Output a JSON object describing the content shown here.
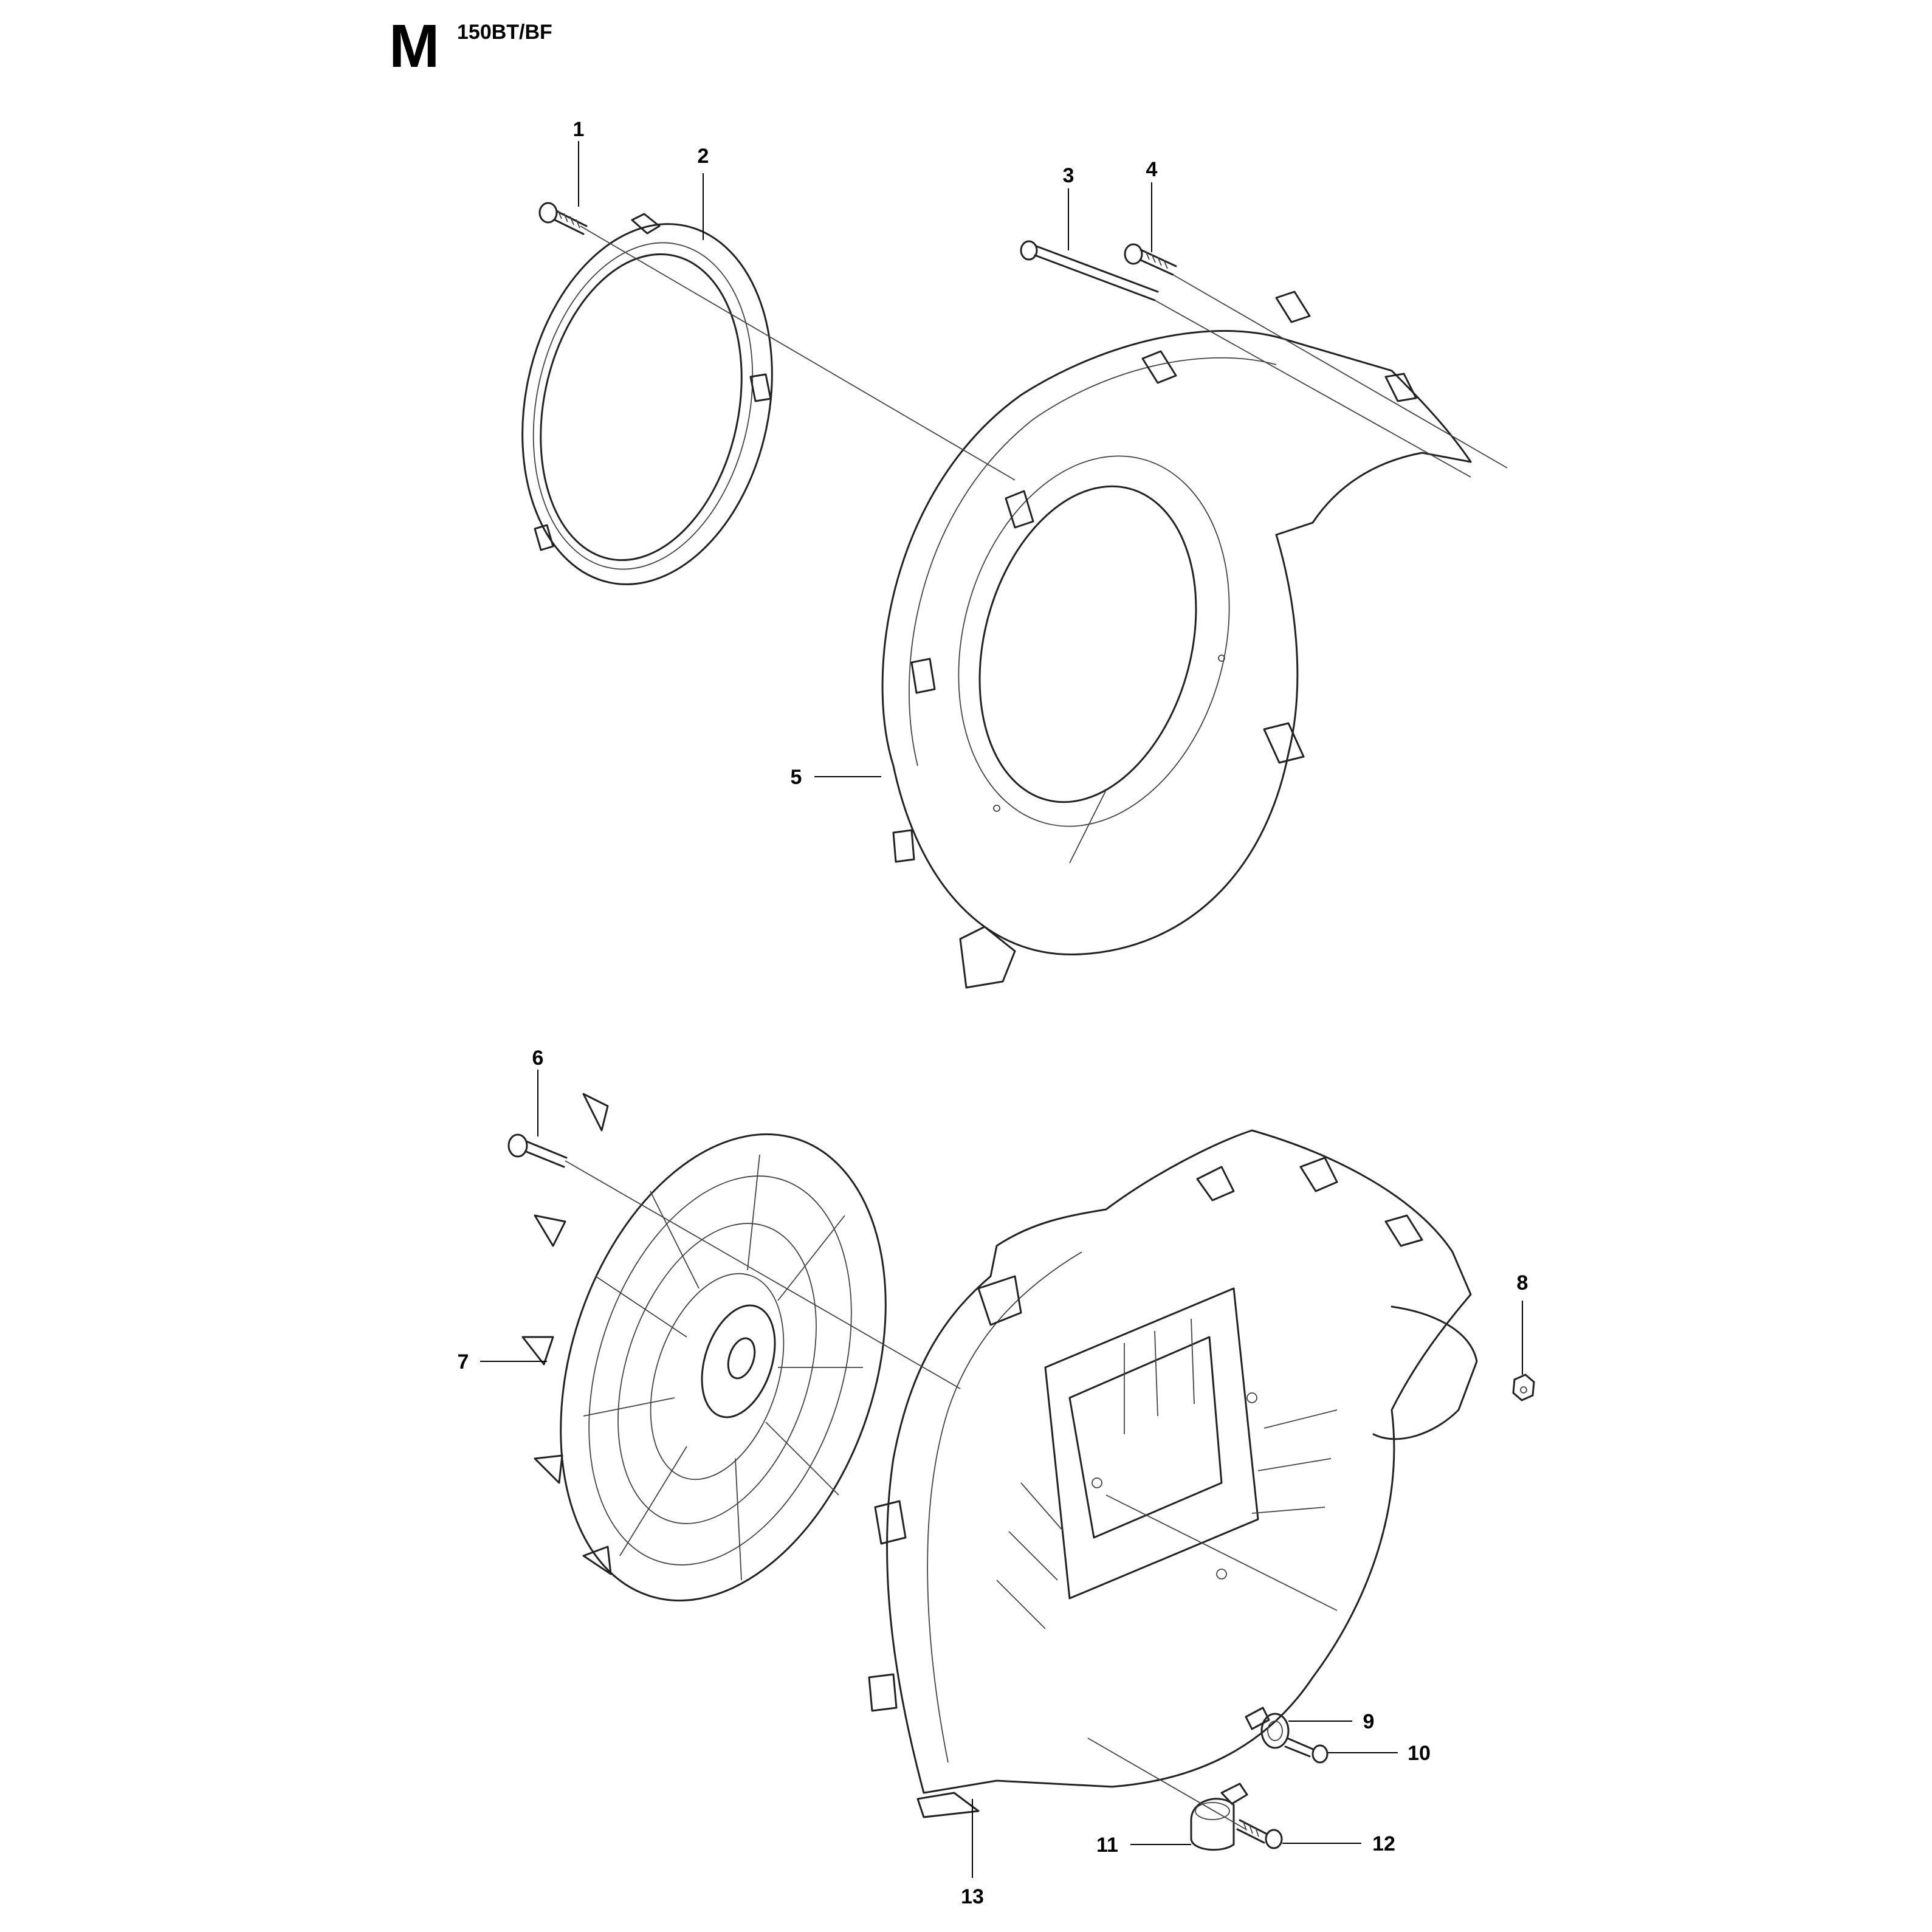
{
  "header": {
    "section": "M",
    "model": "150BT/BF"
  },
  "callouts": [
    {
      "id": "callout-1",
      "label": "1"
    },
    {
      "id": "callout-2",
      "label": "2"
    },
    {
      "id": "callout-3",
      "label": "3"
    },
    {
      "id": "callout-4",
      "label": "4"
    },
    {
      "id": "callout-5",
      "label": "5"
    },
    {
      "id": "callout-6",
      "label": "6"
    },
    {
      "id": "callout-7",
      "label": "7"
    },
    {
      "id": "callout-8",
      "label": "8"
    },
    {
      "id": "callout-9",
      "label": "9"
    },
    {
      "id": "callout-10",
      "label": "10"
    },
    {
      "id": "callout-11",
      "label": "11"
    },
    {
      "id": "callout-12",
      "label": "12"
    },
    {
      "id": "callout-13",
      "label": "13"
    }
  ]
}
